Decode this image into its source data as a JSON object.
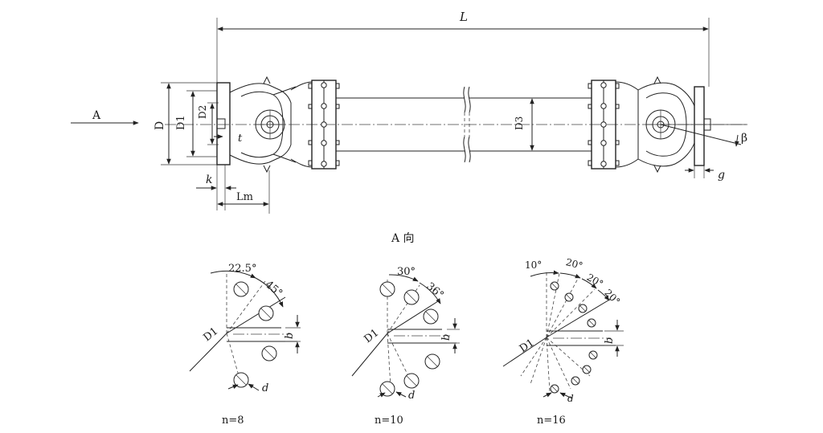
{
  "labels": {
    "L": "L",
    "A_arrow": "A",
    "D": "D",
    "D1": "D1",
    "D2": "D2",
    "t": "t",
    "k": "k",
    "Lm": "Lm",
    "D3": "D3",
    "beta": "β",
    "g": "g",
    "view_title": "A 向"
  },
  "views": [
    {
      "caption": "n=8",
      "angle_a": "22.5°",
      "angle_b": "45°",
      "d1": "D1",
      "b": "b",
      "d": "d"
    },
    {
      "caption": "n=10",
      "angle_a": "30°",
      "angle_b": "36°",
      "d1": "D1",
      "b": "b",
      "d": "d"
    },
    {
      "caption": "n=16",
      "angle_a": "10°",
      "angle_b": "20°",
      "angle_c": "20°",
      "angle_d": "20°",
      "d1": "D1",
      "b": "b",
      "d": "d"
    }
  ]
}
